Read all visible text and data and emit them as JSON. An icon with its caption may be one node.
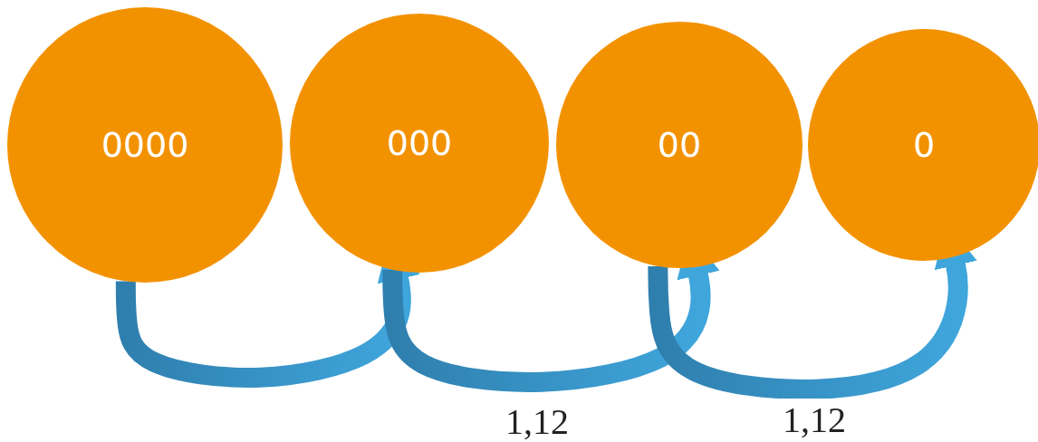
{
  "diagram": {
    "nodes": [
      {
        "text": [
          "0000"
        ]
      },
      {
        "text": [
          "000"
        ]
      },
      {
        "text": [
          "00"
        ]
      },
      {
        "text": [
          "0"
        ]
      }
    ],
    "edges": [
      {
        "from": 0,
        "to": 1,
        "arrow": "to",
        "style": "thick"
      },
      {
        "from": 1,
        "to": 2,
        "arrow": "to",
        "style": "thick",
        "label": "1,12"
      },
      {
        "from": 2,
        "to": 3,
        "arrow": "to",
        "style": "thick",
        "label": "1,12"
      }
    ]
  }
}
